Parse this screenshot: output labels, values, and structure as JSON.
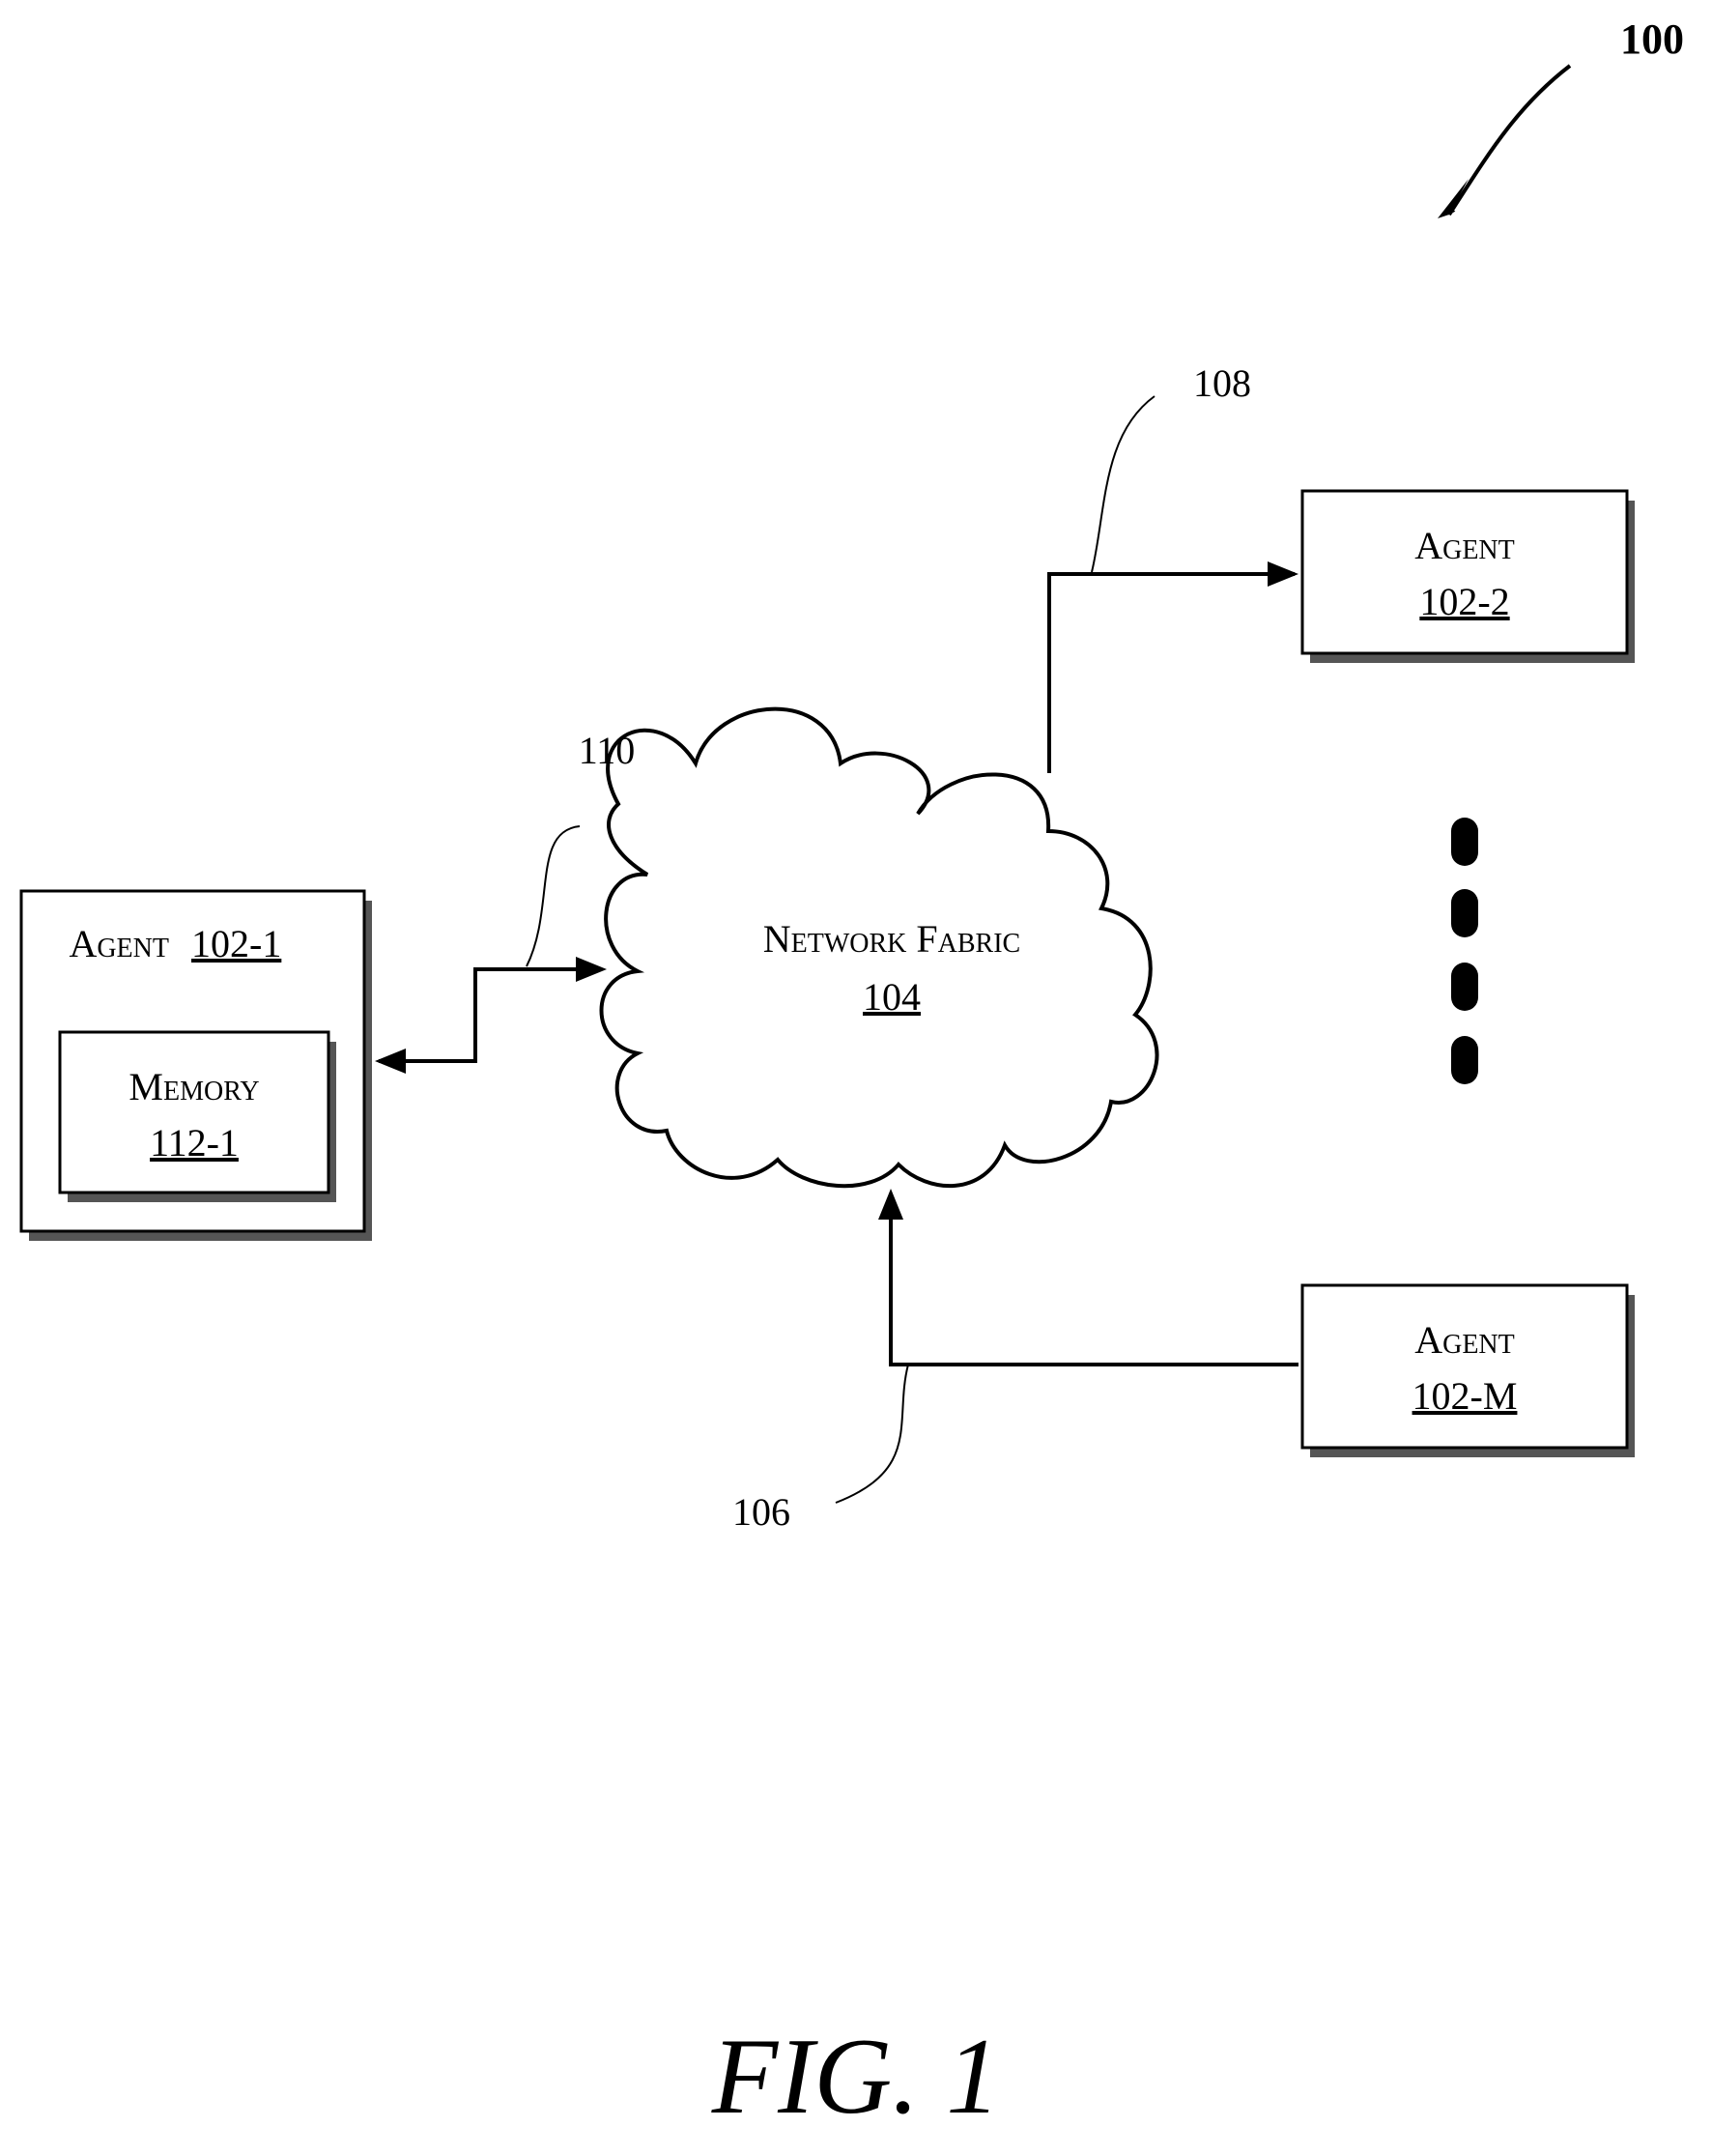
{
  "figure": {
    "ref": "100",
    "caption": "FIG. 1"
  },
  "network": {
    "name": "Network Fabric",
    "ref": "104"
  },
  "agents": [
    {
      "label": "Agent",
      "ref": "102-1"
    },
    {
      "label": "Agent",
      "ref": "102-2"
    },
    {
      "label": "Agent",
      "ref": "102-M"
    }
  ],
  "memory": {
    "label": "Memory",
    "ref": "112-1"
  },
  "links": {
    "link_to_agent_2": "108",
    "link_to_agent_1": "110",
    "link_from_agent_m": "106"
  }
}
